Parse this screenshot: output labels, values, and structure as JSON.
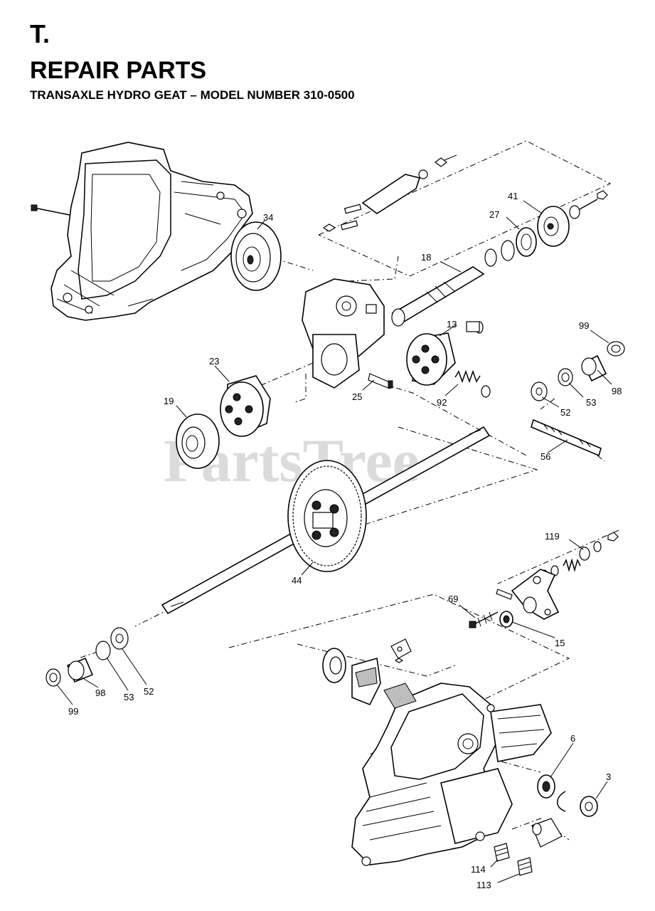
{
  "header": {
    "section": "T.",
    "title": "REPAIR PARTS",
    "subtitle": "TRANSAXLE HYDRO GEAT – MODEL NUMBER 310-0500"
  },
  "watermark": "PartsTree",
  "callouts": [
    "34",
    "18",
    "41",
    "27",
    "13",
    "99",
    "23",
    "19",
    "25",
    "92",
    "53",
    "98",
    "52",
    "56",
    "119",
    "44",
    "69",
    "15",
    "98",
    "53",
    "52",
    "99",
    "6",
    "3",
    "114",
    "113"
  ]
}
